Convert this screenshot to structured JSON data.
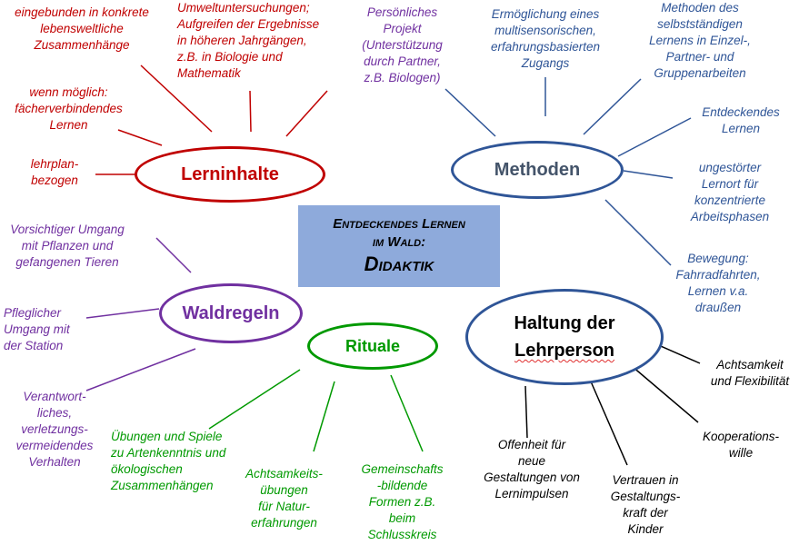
{
  "center": {
    "line1": "Entdeckendes Lernen",
    "line2": "im Wald:",
    "line3": "Didaktik"
  },
  "colors": {
    "lerninhalte": "#c00000",
    "methoden": "#2f5597",
    "waldregeln": "#7030a0",
    "rituale": "#009900",
    "haltung": "#000000",
    "center_fill": "#8eaadb"
  },
  "hubs": {
    "lerninhalte": "Lerninhalte",
    "methoden": "Methoden",
    "waldregeln": "Waldregeln",
    "rituale": "Rituale",
    "haltung_line1": "Haltung der",
    "haltung_line2": "Lehrperson"
  },
  "lerninhalte": {
    "n1": [
      "eingebunden in konkrete",
      "lebensweltliche",
      "Zusammenhänge"
    ],
    "n2": [
      "Umweltuntersuchungen;",
      "Aufgreifen der Ergebnisse",
      "in höheren Jahrgängen,",
      "z.B. in Biologie und",
      "Mathematik"
    ],
    "n3": [
      "wenn möglich:",
      "fächerverbindendes",
      "Lernen"
    ],
    "n4": [
      "lehrplan-",
      "bezogen"
    ]
  },
  "methoden": {
    "n1": [
      "Persönliches",
      "Projekt",
      "(Unterstützung",
      "durch Partner,",
      "z.B. Biologen)"
    ],
    "n2": [
      "Ermöglichung eines",
      "multisensorischen,",
      "erfahrungsbasierten",
      "Zugangs"
    ],
    "n3": [
      "Methoden des",
      "selbstständigen",
      "Lernens in Einzel-,",
      "Partner- und",
      "Gruppenarbeiten"
    ],
    "n4": [
      "Entdeckendes",
      "Lernen"
    ],
    "n5": [
      "ungestörter",
      "Lernort für",
      "konzentrierte",
      "Arbeitsphasen"
    ],
    "n6": [
      "Bewegung:",
      "Fahrradfahrten,",
      "Lernen v.a.",
      "draußen"
    ]
  },
  "waldregeln": {
    "n1": [
      "Vorsichtiger Umgang",
      "mit Pflanzen und",
      "gefangenen Tieren"
    ],
    "n2": [
      "Pfleglicher",
      "Umgang mit",
      "der Station"
    ],
    "n3": [
      "Verantwort-",
      "liches,",
      "verletzungs-",
      "vermeidendes",
      "Verhalten"
    ]
  },
  "rituale": {
    "n1": [
      "Übungen und Spiele",
      "zu Artenkenntnis und",
      "ökologischen",
      "Zusammenhängen"
    ],
    "n2": [
      "Achtsamkeits-",
      "übungen",
      "für Natur-",
      "erfahrungen"
    ],
    "n3": [
      "Gemeinschafts",
      "-bildende",
      "Formen z.B.",
      "beim",
      "Schlusskreis"
    ]
  },
  "haltung": {
    "n1": [
      "Achtsamkeit",
      "und Flexibilität"
    ],
    "n2": [
      "Kooperations-",
      "wille"
    ],
    "n3": [
      "Vertrauen in",
      "Gestaltungs-",
      "kraft der",
      "Kinder"
    ],
    "n4": [
      "Offenheit für",
      "neue",
      "Gestaltungen von",
      "Lernimpulsen"
    ]
  }
}
